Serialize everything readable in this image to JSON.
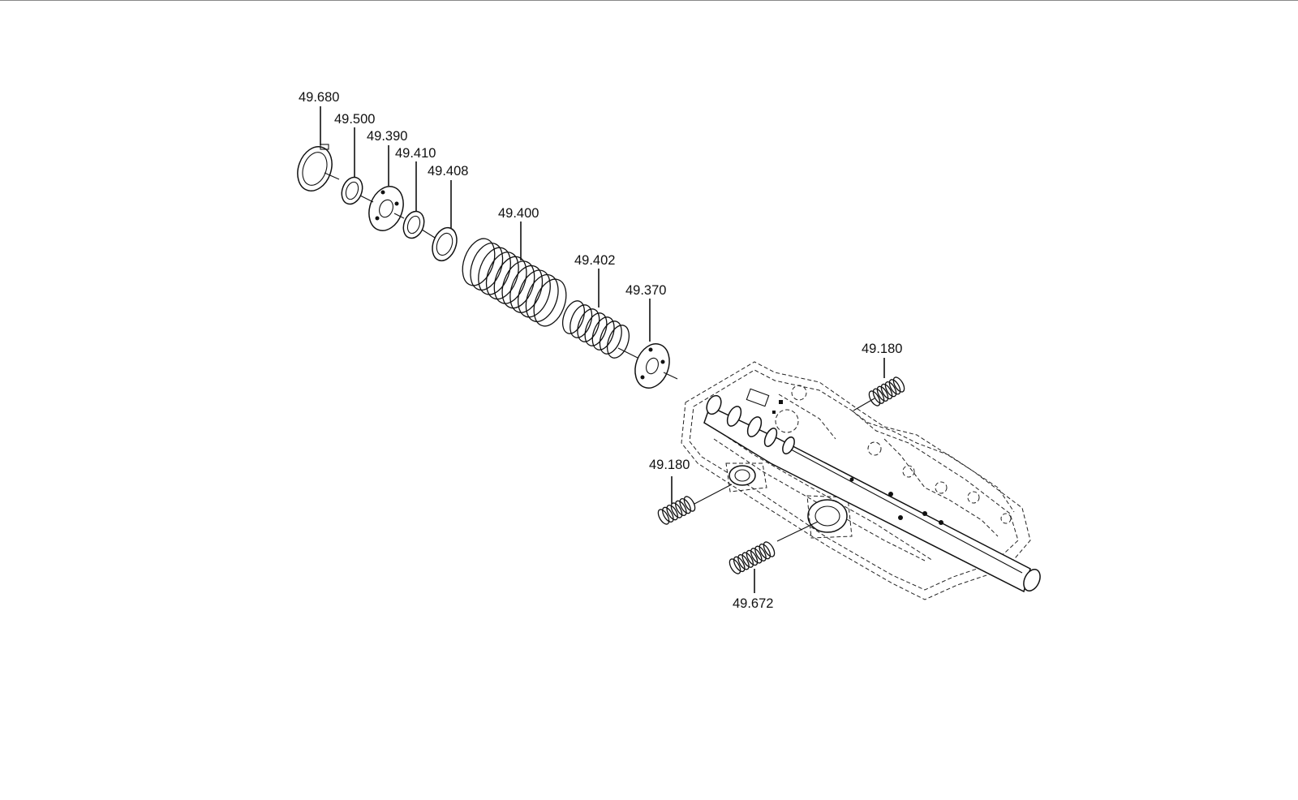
{
  "diagram": {
    "labels": [
      {
        "id": "p1",
        "text": "49.680"
      },
      {
        "id": "p2",
        "text": "49.500"
      },
      {
        "id": "p3",
        "text": "49.390"
      },
      {
        "id": "p4",
        "text": "49.410"
      },
      {
        "id": "p5",
        "text": "49.408"
      },
      {
        "id": "p6",
        "text": "49.400"
      },
      {
        "id": "p7",
        "text": "49.402"
      },
      {
        "id": "p8",
        "text": "49.370"
      },
      {
        "id": "p9",
        "text": "49.180"
      },
      {
        "id": "p10",
        "text": "49.180"
      },
      {
        "id": "p11",
        "text": "49.672"
      }
    ]
  }
}
